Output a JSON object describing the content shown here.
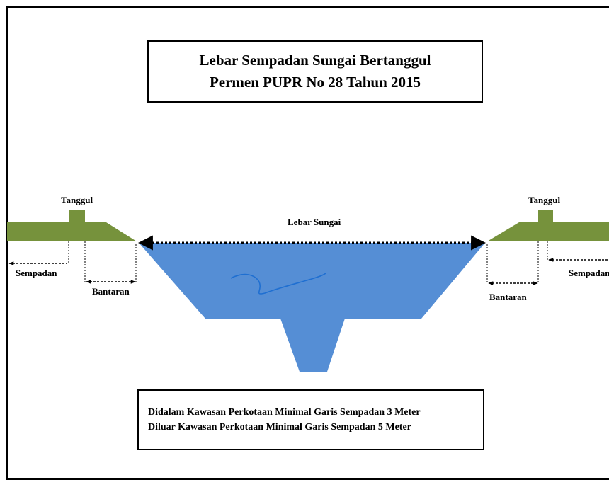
{
  "title": {
    "line1": "Lebar Sempadan Sungai Bertanggul",
    "line2": "Permen PUPR No 28 Tahun 2015"
  },
  "labels": {
    "tanggul_left": "Tanggul",
    "tanggul_right": "Tanggul",
    "lebar_sungai": "Lebar Sungai",
    "sempadan_left": "Sempadan",
    "sempadan_right": "Sempadan",
    "bantaran_left": "Bantaran",
    "bantaran_right": "Bantaran"
  },
  "note": {
    "line1": "Didalam Kawasan Perkotaan Minimal Garis Sempadan 3 Meter",
    "line2": "Diluar Kawasan Perkotaan Minimal Garis Sempadan 5 Meter"
  },
  "colors": {
    "land": "#76923c",
    "water": "#558ed5",
    "accent_line": "#1f6fd1"
  }
}
